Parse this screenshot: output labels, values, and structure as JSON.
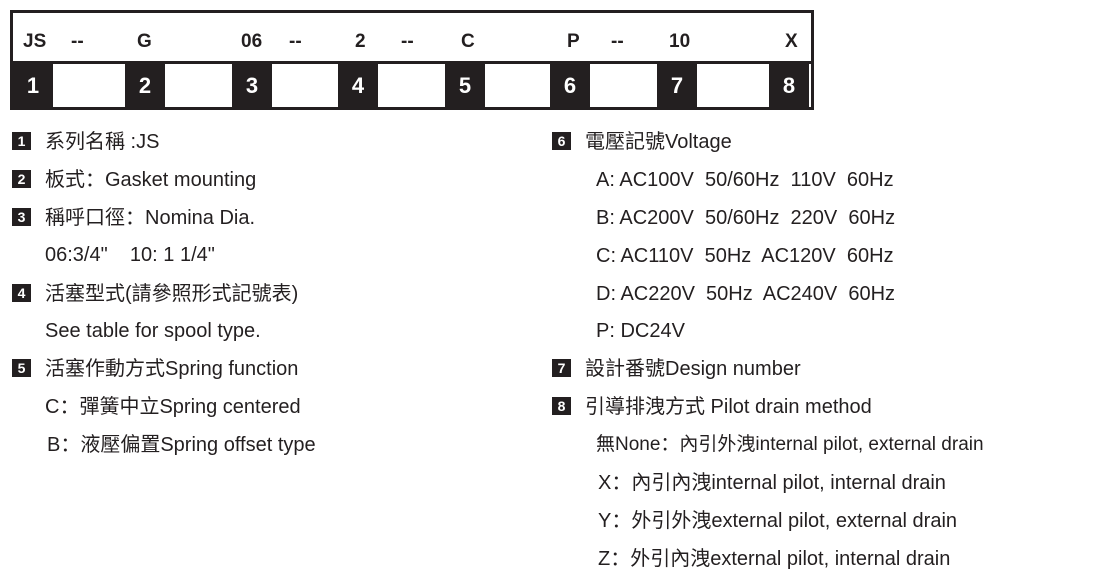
{
  "code_row": {
    "c1": "JS",
    "d1": "--",
    "c2": "G",
    "c3": "06",
    "d2": "--",
    "c4": "2",
    "d3": "--",
    "c5": "C",
    "c6": "P",
    "d4": "--",
    "c7": "10",
    "c8": "X"
  },
  "numbers": [
    "1",
    "2",
    "3",
    "4",
    "5",
    "6",
    "7",
    "8"
  ],
  "left": [
    {
      "badge": "1",
      "text": "系列名稱 :JS"
    },
    {
      "badge": "2",
      "text": "板式：Gasket mounting"
    },
    {
      "badge": "3",
      "text": "稱呼口徑：Nomina Dia."
    },
    {
      "text": "06:3/4\"    10: 1 1/4\""
    },
    {
      "badge": "4",
      "text": "活塞型式(請參照形式記號表)"
    },
    {
      "text": "See table for spool type."
    },
    {
      "badge": "5",
      "text": "活塞作動方式Spring function"
    },
    {
      "text": "C：彈簧中立Spring centered"
    },
    {
      "text": "B：液壓偏置Spring offset type"
    }
  ],
  "right": [
    {
      "badge": "6",
      "text": "電壓記號Voltage"
    },
    {
      "text": "A: AC100V  50/60Hz  110V  60Hz"
    },
    {
      "text": "B: AC200V  50/60Hz  220V  60Hz"
    },
    {
      "text": "C: AC110V  50Hz  AC120V  60Hz"
    },
    {
      "text": "D: AC220V  50Hz  AC240V  60Hz"
    },
    {
      "text": "P: DC24V"
    },
    {
      "badge": "7",
      "text": "設計番號Design number"
    },
    {
      "badge": "8",
      "text": "引導排洩方式 Pilot drain method"
    },
    {
      "text": "無None：內引外洩internal pilot, external drain"
    },
    {
      "text": "X：內引內洩internal pilot, internal drain"
    },
    {
      "text": "Y：外引外洩external pilot, external drain"
    },
    {
      "text": "Z：外引內洩external pilot, internal drain"
    }
  ]
}
